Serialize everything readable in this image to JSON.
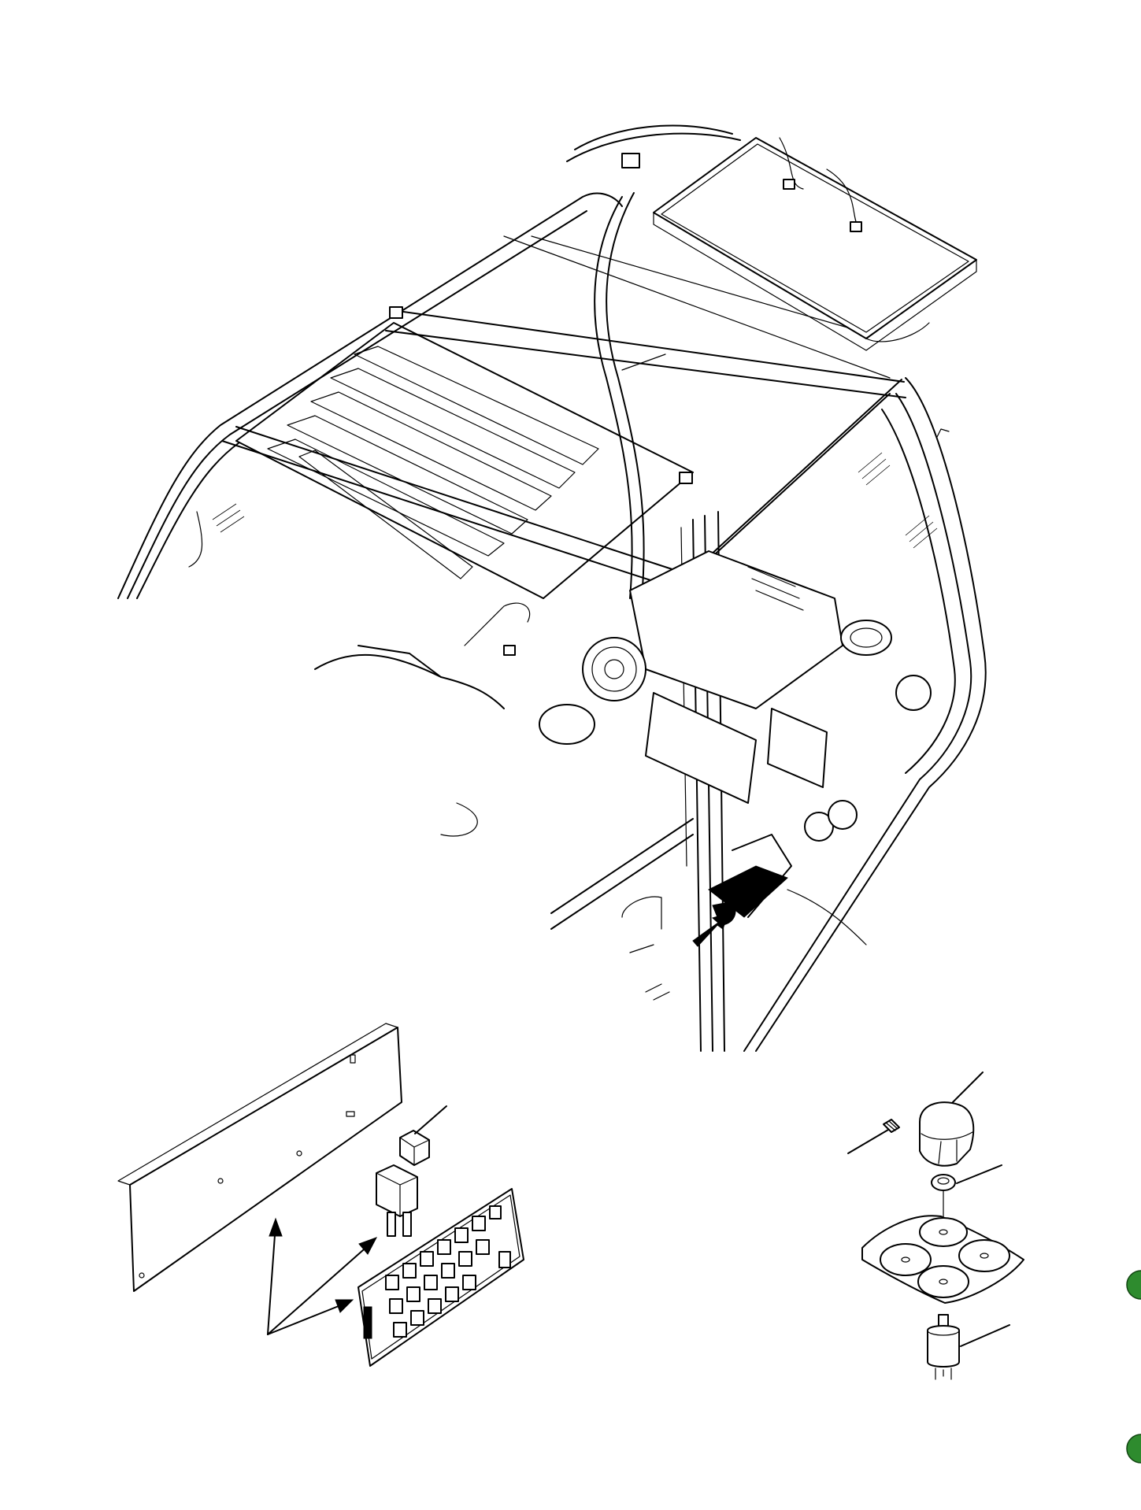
{
  "figure": {
    "main_assembly": "forklift-cab-with-heater-assembly",
    "detail_left": "relay-panel-and-fuse-relay-board",
    "detail_right": "heater-control-knob-assembly"
  },
  "icons": {
    "page_markers": [
      "green-circle-marker",
      "green-circle-marker"
    ]
  },
  "colors": {
    "line": "#000000",
    "background": "#ffffff",
    "marker": "#2e8b2e"
  }
}
